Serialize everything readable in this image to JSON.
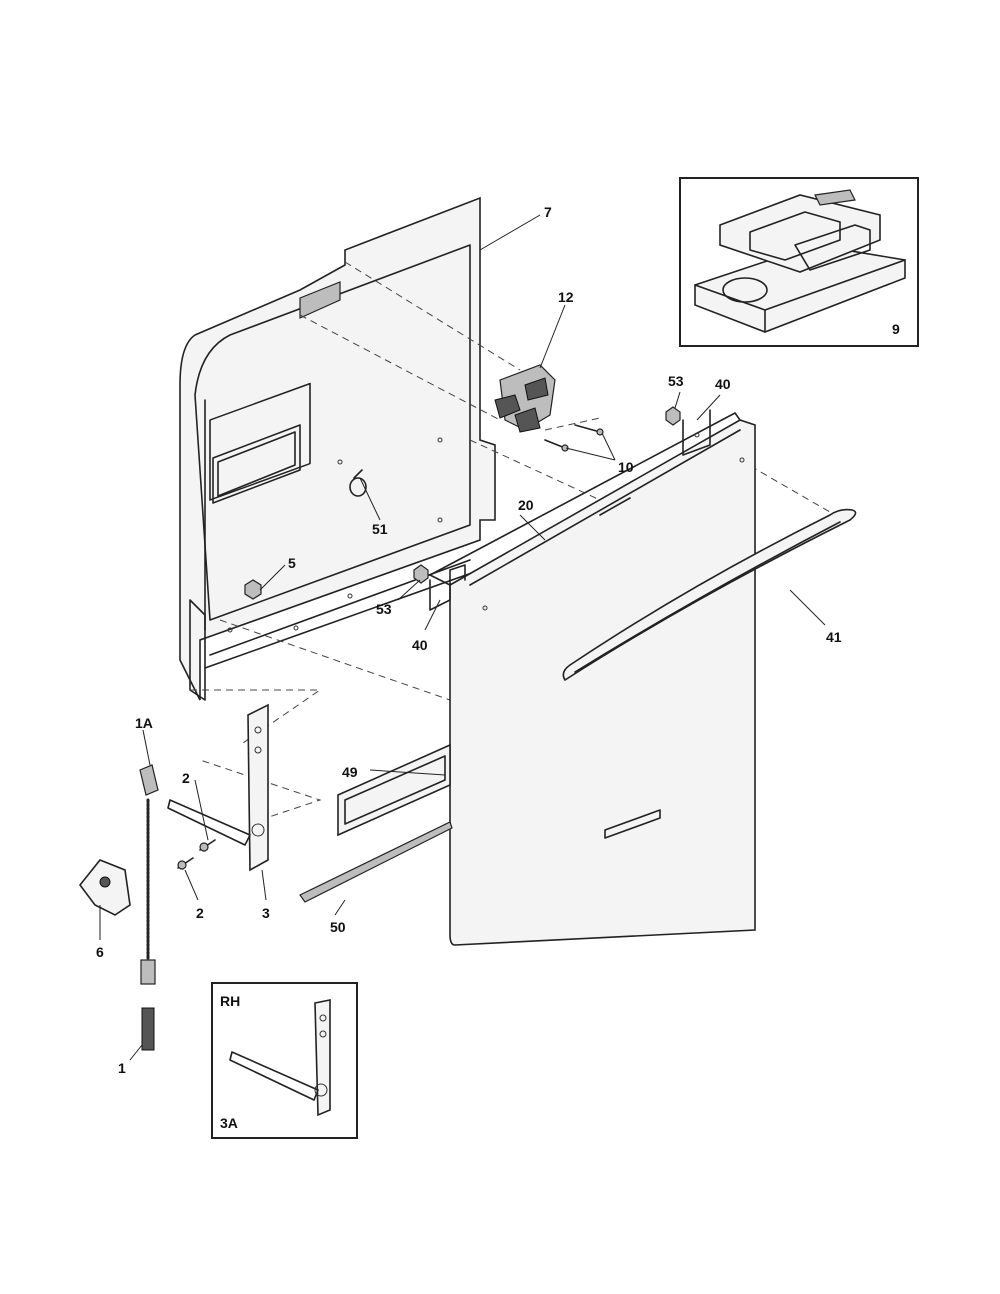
{
  "callouts": [
    {
      "id": "c7",
      "text": "7"
    },
    {
      "id": "c12",
      "text": "12"
    },
    {
      "id": "c53a",
      "text": "53"
    },
    {
      "id": "c40a",
      "text": "40"
    },
    {
      "id": "c10",
      "text": "10"
    },
    {
      "id": "c51",
      "text": "51"
    },
    {
      "id": "c20",
      "text": "20"
    },
    {
      "id": "c5",
      "text": "5"
    },
    {
      "id": "c53b",
      "text": "53"
    },
    {
      "id": "c40b",
      "text": "40"
    },
    {
      "id": "c41",
      "text": "41"
    },
    {
      "id": "c1A",
      "text": "1A"
    },
    {
      "id": "c2a",
      "text": "2"
    },
    {
      "id": "c49",
      "text": "49"
    },
    {
      "id": "c2b",
      "text": "2"
    },
    {
      "id": "c3",
      "text": "3"
    },
    {
      "id": "c50",
      "text": "50"
    },
    {
      "id": "c6",
      "text": "6"
    },
    {
      "id": "c1",
      "text": "1"
    }
  ],
  "inset_dispenser": {
    "label": "9"
  },
  "inset_hinge": {
    "side_label": "RH",
    "part_label": "3A"
  }
}
